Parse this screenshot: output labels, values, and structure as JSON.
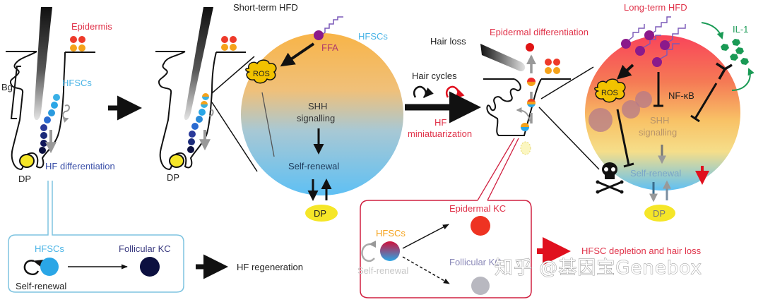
{
  "figure": {
    "panel_titles": {
      "short_term": "Short-term HFD",
      "long_term": "Long-term HFD"
    },
    "normal_follicle": {
      "epidermis": "Epidermis",
      "hfscs": "HFSCs",
      "bulge": "Bg",
      "dermal_papilla": "DP",
      "hf_differentiation": "HF differentiation"
    },
    "short_term_follicle": {
      "dermal_papilla": "DP"
    },
    "short_term_cell": {
      "hfscs": "HFSCs",
      "ffa": "FFA",
      "ros": "ROS",
      "shh_line1": "SHH",
      "shh_line2": "signalling",
      "self_renewal": "Self-renewal",
      "dermal_papilla": "DP"
    },
    "transition": {
      "hair_cycles": "Hair cycles",
      "hf_line1": "HF",
      "hf_line2": "miniatuarization"
    },
    "miniaturized_follicle": {
      "hair_loss": "Hair loss",
      "epidermal_differentiation": "Epidermal differentiation"
    },
    "long_term_cell": {
      "ros": "ROS",
      "nfkb": "NF-κB",
      "il1": "IL-1",
      "shh_line1": "SHH",
      "shh_line2": "signalling",
      "self_renewal": "Self-renewal",
      "dermal_papilla": "DP"
    },
    "normal_box": {
      "hfscs": "HFSCs",
      "follicular_kc": "Follicular KC",
      "self_renewal": "Self-renewal",
      "outcome": "HF regeneration"
    },
    "hfd_box": {
      "hfscs": "HFSCs",
      "epidermal_kc": "Epidermal KC",
      "follicular_kc": "Follicular KC",
      "self_renewal": "Self-renewal",
      "outcome": "HFSC depletion and hair loss"
    },
    "watermark": "知乎 @基因宝Genebox",
    "colors": {
      "red_label": "#e0334a",
      "blue_label": "#4ab4e6",
      "hf_diff_blue": "#3a4fa8",
      "purple_ffa": "#8b1a8b",
      "il1_green": "#1a9a55",
      "dp_yellow": "#f5e628",
      "ros_fill": "#f2c200",
      "arrow_red": "#e0101e"
    }
  }
}
